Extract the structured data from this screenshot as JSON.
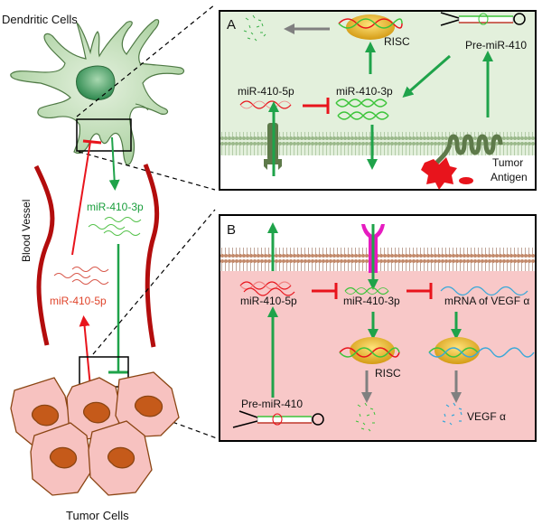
{
  "left": {
    "dendritic_cells_label": "Dendritic Cells",
    "blood_vessel_label": "Blood Vessel",
    "tumor_cells_label": "Tumor Cells",
    "mir_3p_label": "miR-410-3p",
    "mir_5p_label": "miR-410-5p"
  },
  "panel_a": {
    "letter": "A",
    "risc_label": "RISC",
    "pre_mir_label": "Pre-miR-410",
    "mir_5p_label": "miR-410-5p",
    "mir_3p_label": "miR-410-3p",
    "tumor_antigen_line1": "Tumor",
    "tumor_antigen_line2": "Antigen"
  },
  "panel_b": {
    "letter": "B",
    "mir_5p_label": "miR-410-5p",
    "mir_3p_label": "miR-410-3p",
    "mrna_label": "mRNA of VEGF α",
    "risc_label": "RISC",
    "pre_mir_label": "Pre-miR-410",
    "vegf_label": "VEGF α"
  },
  "colors": {
    "green_arrow": "#1fa34a",
    "red_inhibit": "#e8141c",
    "vessel": "#b30d0d",
    "dc_fill": "#b9d9b0",
    "panel_a_bg": "#e3f0dc",
    "panel_b_bg": "#f8c8c8",
    "tumor_fill": "#f7c2c0",
    "tumor_nucleus": "#c55a1a",
    "grey_arrow": "#808080",
    "mir3p_text": "#1a9e3c",
    "mir5p_text": "#e0452c"
  }
}
